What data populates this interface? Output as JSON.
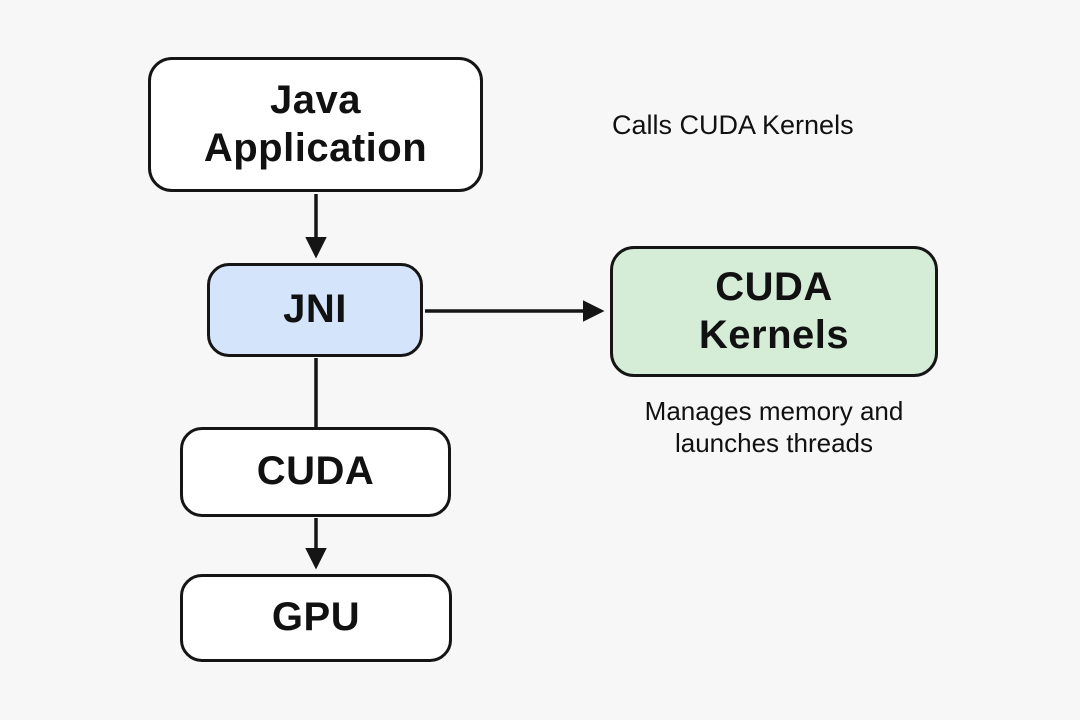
{
  "canvas": {
    "background_color": "#f7f7f7",
    "line_color": "#151515",
    "text_color": "#111111"
  },
  "nodes": {
    "java_app": {
      "label": "Java\nApplication",
      "fill": "#ffffff"
    },
    "jni": {
      "label": "JNI",
      "fill": "#d4e5fb"
    },
    "cuda": {
      "label": "CUDA",
      "fill": "#ffffff"
    },
    "gpu": {
      "label": "GPU",
      "fill": "#ffffff"
    },
    "cuda_kernels": {
      "label": "CUDA\nKernels",
      "fill": "#d5edd6"
    }
  },
  "annotations": {
    "calls_label": "Calls CUDA Kernels",
    "manages_label": "Manages memory and\nlaunches threads"
  },
  "edges": [
    {
      "from": "java_app",
      "to": "jni",
      "arrowhead": true
    },
    {
      "from": "jni",
      "to": "cuda",
      "arrowhead": false
    },
    {
      "from": "cuda",
      "to": "gpu",
      "arrowhead": true
    },
    {
      "from": "jni",
      "to": "cuda_kernels",
      "arrowhead": true
    }
  ]
}
